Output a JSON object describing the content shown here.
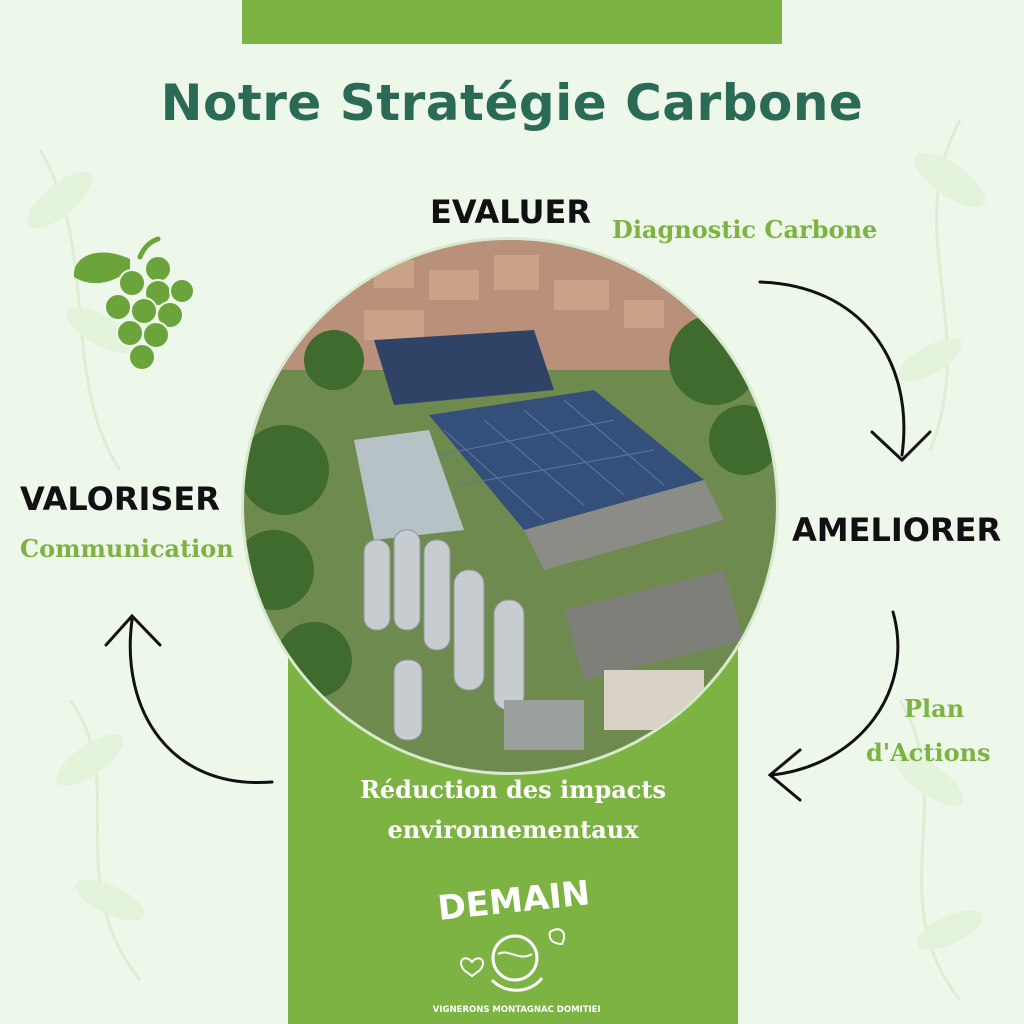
{
  "title": "Notre Stratégie Carbone",
  "steps": {
    "evaluer": {
      "label": "EVALUER",
      "sub": "Diagnostic Carbone"
    },
    "ameliorer": {
      "label": "AMELIORER",
      "sub_line1": "Plan",
      "sub_line2": "d'Actions"
    },
    "valoriser": {
      "label": "VALORISER",
      "sub": "Communication"
    }
  },
  "center": {
    "line1": "Réduction des impacts",
    "line2": "environnementaux"
  },
  "logo": {
    "word": "DEMAIN",
    "text": "LES VIGNERONS MONTAGNAC DOMITIENNE"
  },
  "colors": {
    "title": "#2b6a54",
    "accent": "#7cb342",
    "background": "#eef8ea",
    "label": "#111111"
  },
  "icons": [
    "grapes-icon",
    "cycle-arrow-icon",
    "demain-logo"
  ]
}
